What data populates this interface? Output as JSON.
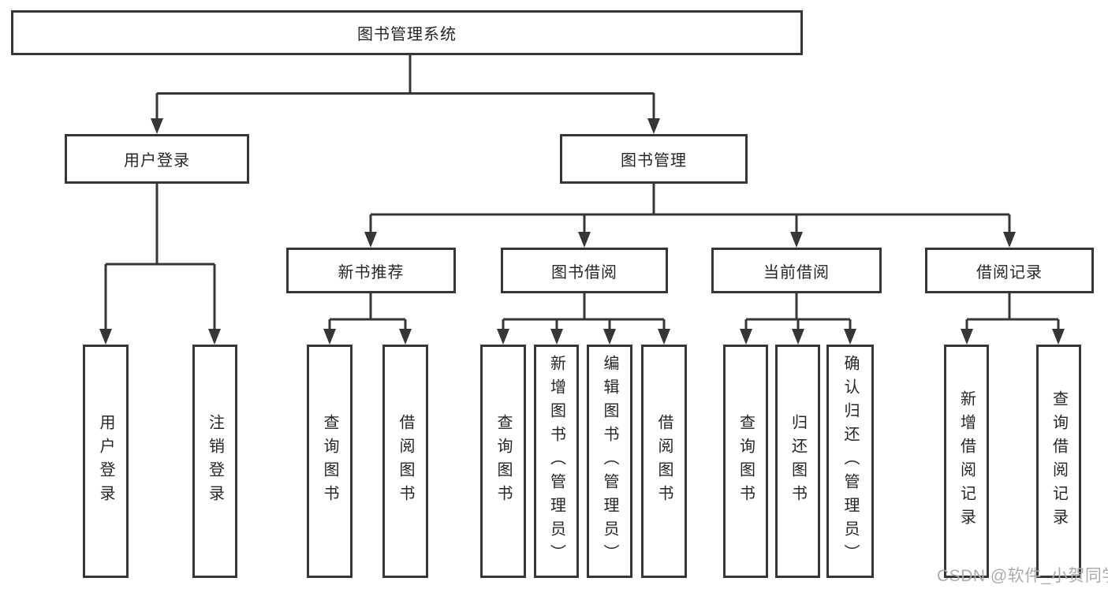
{
  "colors": {
    "background": "#ffffff",
    "line": "#363636",
    "box_border": "#363636",
    "text": "#262626",
    "watermark": "#ababab"
  },
  "watermark": "CSDN @软件_小贺同学",
  "tree": {
    "root": {
      "label": "图书管理系统"
    },
    "user": {
      "label": "用户登录",
      "children": [
        {
          "label": "用户登录"
        },
        {
          "label": "注销登录"
        }
      ]
    },
    "book": {
      "label": "图书管理",
      "groups": [
        {
          "label": "新书推荐",
          "children": [
            {
              "label": "查询图书"
            },
            {
              "label": "借阅图书"
            }
          ]
        },
        {
          "label": "图书借阅",
          "children": [
            {
              "label": "查询图书"
            },
            {
              "label": "新增图书（管理员）"
            },
            {
              "label": "编辑图书（管理员）"
            },
            {
              "label": "借阅图书"
            }
          ]
        },
        {
          "label": "当前借阅",
          "children": [
            {
              "label": "查询图书"
            },
            {
              "label": "归还图书"
            },
            {
              "label": "确认归还（管理员）"
            }
          ]
        },
        {
          "label": "借阅记录",
          "children": [
            {
              "label": "新增借阅记录"
            },
            {
              "label": "查询借阅记录"
            }
          ]
        }
      ]
    }
  }
}
